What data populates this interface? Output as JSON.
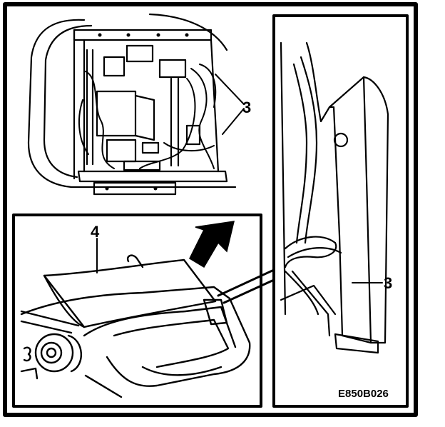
{
  "figure": {
    "code": "E850B026",
    "callouts": {
      "wiring_top": "3",
      "cover": "4",
      "bracket_right": "3"
    }
  },
  "colors": {
    "ink": "#000000",
    "paper": "#ffffff"
  }
}
